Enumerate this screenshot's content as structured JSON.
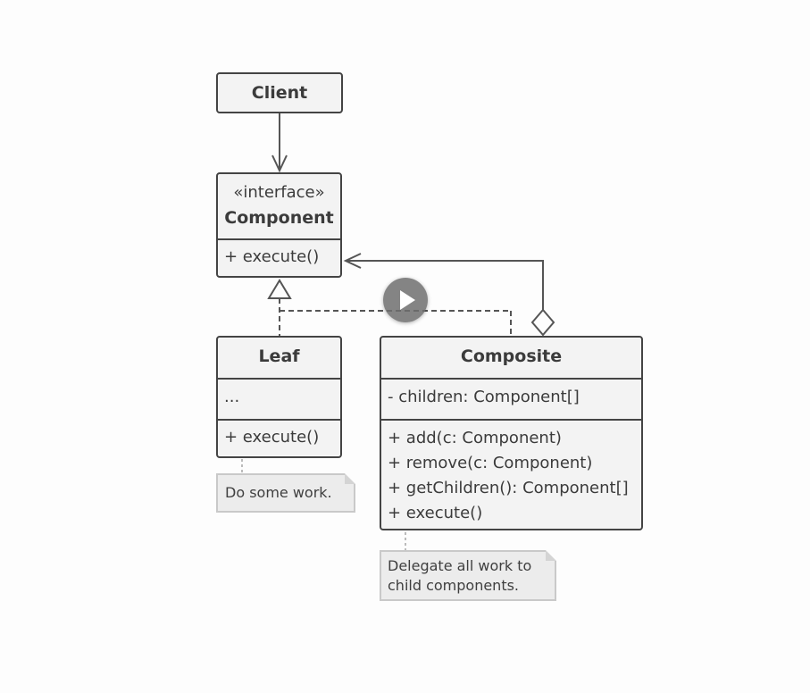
{
  "diagram": {
    "client": {
      "name": "Client"
    },
    "component": {
      "stereotype": "«interface»",
      "name": "Component",
      "methods": [
        "+ execute()"
      ]
    },
    "leaf": {
      "name": "Leaf",
      "fields": [
        "..."
      ],
      "methods": [
        "+ execute()"
      ]
    },
    "composite": {
      "name": "Composite",
      "fields": [
        "- children: Component[]"
      ],
      "methods": [
        "+ add(c: Component)",
        "+ remove(c: Component)",
        "+ getChildren(): Component[]",
        "+ execute()"
      ]
    },
    "notes": {
      "leaf": "Do some work.",
      "composite_line1": "Delegate all work to",
      "composite_line2": "child components."
    }
  },
  "video": {
    "play_icon": "play-icon"
  },
  "colors": {
    "box_fill": "#f3f3f3",
    "box_border": "#444444",
    "note_fill": "#ececec",
    "note_border": "#c9c9c9",
    "connector": "#555555"
  }
}
